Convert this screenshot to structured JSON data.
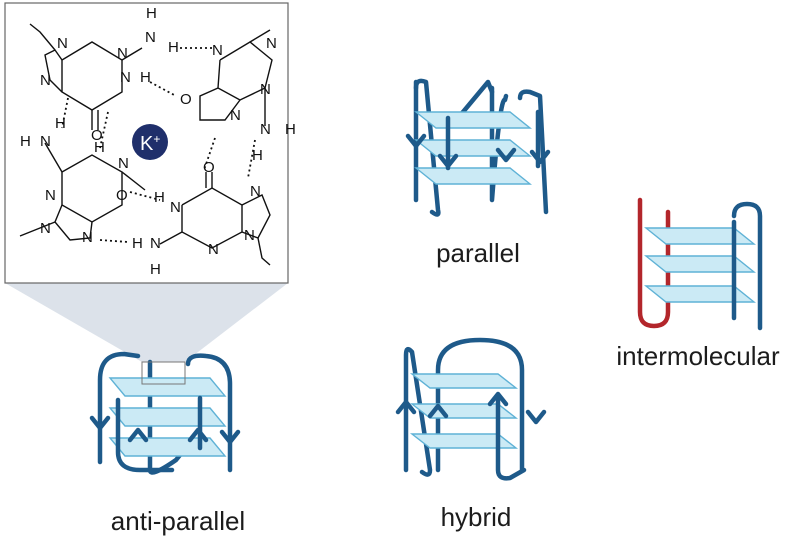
{
  "labels": {
    "antiparallel": "anti-parallel",
    "parallel": "parallel",
    "hybrid": "hybrid",
    "intermolecular": "intermolecular"
  },
  "ion": {
    "symbol": "K",
    "charge": "+"
  },
  "atoms": {
    "nitrogen": "N",
    "hydrogen": "H",
    "oxygen": "O"
  },
  "colors": {
    "strand": "#1e5a8a",
    "strand_second": "#b3262b",
    "tetrad_fill": "#cbeaf5",
    "tetrad_edge": "#5fb2d6",
    "ion_fill": "#1f2f6b",
    "zoom_fill": "#d6dde6"
  }
}
